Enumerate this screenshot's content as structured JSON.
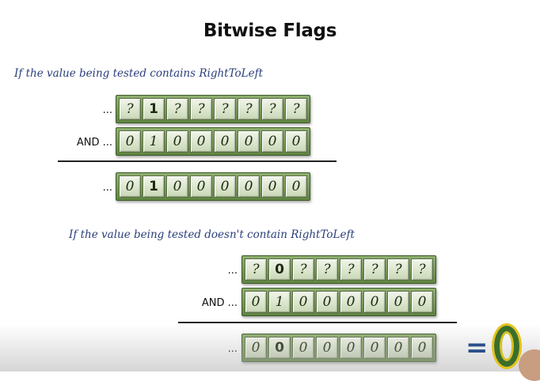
{
  "title": "Bitwise Flags",
  "section1": {
    "caption": "If the value being tested contains RightToLeft",
    "rows": [
      {
        "label": "...",
        "bits": [
          "?",
          "1",
          "?",
          "?",
          "?",
          "?",
          "?",
          "?"
        ],
        "highlight": 1
      },
      {
        "label": "AND ...",
        "bits": [
          "0",
          "1",
          "0",
          "0",
          "0",
          "0",
          "0",
          "0"
        ],
        "highlight": -1
      },
      {
        "label": "...",
        "bits": [
          "0",
          "1",
          "0",
          "0",
          "0",
          "0",
          "0",
          "0"
        ],
        "highlight": 1
      }
    ]
  },
  "section2": {
    "caption": "If the value being tested doesn't contain RightToLeft",
    "rows": [
      {
        "label": "...",
        "bits": [
          "?",
          "0",
          "?",
          "?",
          "?",
          "?",
          "?",
          "?"
        ],
        "highlight": 1
      },
      {
        "label": "AND ...",
        "bits": [
          "0",
          "1",
          "0",
          "0",
          "0",
          "0",
          "0",
          "0"
        ],
        "highlight": -1
      },
      {
        "label": "...",
        "bits": [
          "0",
          "0",
          "0",
          "0",
          "0",
          "0",
          "0",
          "0"
        ],
        "highlight": 1
      }
    ]
  },
  "result": {
    "equals": "=",
    "value": "0"
  }
}
